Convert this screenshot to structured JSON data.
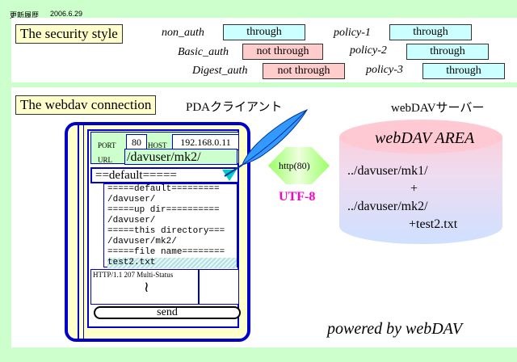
{
  "header": {
    "update_label": "更新履歴",
    "date": "2006.6.29"
  },
  "security": {
    "title": "The security style",
    "rows": [
      {
        "left_label": "non_auth",
        "left_value": "through",
        "right_label": "policy-1",
        "right_value": "through"
      },
      {
        "left_label": "Basic_auth",
        "left_value": "not through",
        "right_label": "policy-2",
        "right_value": "through"
      },
      {
        "left_label": "Digest_auth",
        "left_value": "not through",
        "right_label": "policy-3",
        "right_value": "through"
      }
    ]
  },
  "webdav": {
    "title": "The webdav connection",
    "client_label": "PDAクライアント",
    "server_label": "webDAVサーバー",
    "protocol": "http(80)",
    "encoding": "UTF-8",
    "powered_by": "powered by webDAV"
  },
  "pda": {
    "port_label": "PORT",
    "port_value": "80",
    "host_label": "HOST",
    "host_value": "192.168.0.11",
    "url_label": "URL",
    "url_value": "/davuser/mk2/",
    "select_value": "==default=====",
    "listing": [
      "=====default=========",
      "/davuser/",
      "=====up dir==========",
      "/davuser/",
      "=====this directory===",
      "/davuser/mk2/",
      "=====file name========",
      "test2.txt"
    ],
    "status_text": "HTTP/1.1 207 Multi-Status",
    "tilde": "≀",
    "send_label": "send"
  },
  "server": {
    "area_label": "webDAV AREA",
    "lines": [
      "../davuser/mk1/",
      "+",
      "../davuser/mk2/",
      "+test2.txt"
    ]
  },
  "colors": {
    "background": "#ccffcc",
    "pda_border": "#0000cc",
    "pda_body": "#ffffcc",
    "encoding": "#ff00cc"
  }
}
